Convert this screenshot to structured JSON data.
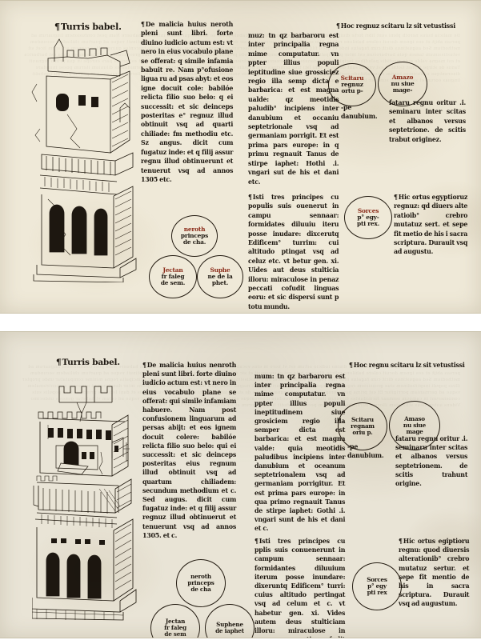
{
  "document": {
    "kind": "incunabulum-folio-comparison",
    "panels": [
      {
        "id": "upper",
        "variant_note": "upper impression",
        "heading": "Turris babel.",
        "illustration": {
          "name": "tower-of-babel-woodcut",
          "caption": "Turris babel."
        },
        "columns": {
          "col1": {
            "paragraphs": [
              "De malicia huius neroth pleni sunt libri. forte diuino iudicio actum est: vt nero in eius vocabulo plane se offerat: q simile infamia babuit re. Nam p°ofusione ligua ru ad psas abyt: et eos igne docuit cole: babilóe relicta filio suo belo: q ei successit: et sic deinceps posteritas e° regnuz illud obtinuit vsq ad quarti chiliade: fm methodiu etc. Sz angus. dicit cum fugatuz inde: et q filij assur regnu illud obtinuerunt et tenuerut vsq ad annos 1305 etc."
            ]
          },
          "col2": {
            "paragraphs": [
              "muz: tn qz barbaroru est inter principalia regna mime computatur. vn ppter illius populi ieptitudine siue grossiciez regio illa semp dicta e barbarica: et est magna ualde: qz meotidis paludib° incipiens inter danubium et occaniu septetrionale vsq ad germaniam porrigit. Et est prima pars europe: in q primu regnauit Tanus de stirpe iaphet: Hothi .i. vngari sut de his et dani etc.",
              "Isti tres principes cu populis suis ouenerut in campu sennaar: formidates diluuiu iteru posse inudare: dixcerutq Edificem° turrim: cui altitudo ptingat vsq ad celuz etc. vt betur gen. xi. Uides aut deus stulticia illoru: miraculose in penaz peccati cofudit linguas eoru: et sic dispersi sunt p totu mundu."
            ]
          },
          "col3": {
            "paragraphs": [
              "Hoc regnuz scitaru lz sit vetustissi",
              "fataru regnu oritur .i. seminaru inter scitas et albanos versus septetrione. de scitis trabut originez.",
              "Hic ortus egyptioruz regnuz: qd diuers alte ratioib° crebro mutatuz sert. et sepe fit metio de his i sacra scriptura. Durauit vsq ad augustu."
            ]
          }
        },
        "roundels": [
          {
            "name": "roundel-neroth",
            "lines": [
              "neroth",
              "princeps",
              "de cha."
            ]
          },
          {
            "name": "roundel-jectan",
            "lines": [
              "Jectan",
              "fr faleg",
              "de sem."
            ]
          },
          {
            "name": "roundel-suphene",
            "lines": [
              "Suphe",
              "ne de la",
              "phet."
            ]
          },
          {
            "name": "roundel-scitarum",
            "lines": [
              "Scitaru",
              "regnuz",
              "ortu p-"
            ],
            "trailer": "-pe danubium."
          },
          {
            "name": "roundel-amazonum",
            "lines": [
              "Amazo",
              "nu siue",
              "mage-"
            ]
          },
          {
            "name": "roundel-sorces",
            "lines": [
              "Sorces",
              "p° egy-",
              "pti rex."
            ]
          }
        ]
      },
      {
        "id": "lower",
        "variant_note": "lower impression",
        "heading": "Turris babel.",
        "illustration": {
          "name": "tower-of-babel-woodcut",
          "caption": "Turris babel."
        },
        "columns": {
          "col1": {
            "paragraphs": [
              "De malicia huius nenroth pleni sunt libri. forte diuino iudicio actum est: vt nero in eius vocabulo plane se offerat: qui simile infamiam habuere. Nam post confusionem linguarum ad persas abijt: et eos ignem docuit colere: babilóe relicta filio suo belo: qui ei successit: et sic deinceps posteritas eius regnum illud obtinuit vsq ad quartum chiliadem: secundum methodium et c. Sed augus. dicit cum fugatuz inde: et q filij assur regnuz illud obtinuerut et tenuerunt vsq ad annos 1305. et c."
            ]
          },
          "col2": {
            "paragraphs": [
              "mum: tn qz barbaroru est inter principalia regna mime computatur. vn ppter illius populi ineptitudinem siue grosiciem regio illa semper dicta est barbarica: et est magna valde: quia meotidis paludibus incipiens inter danubium et oceanum septetrionalem vsq ad germaniam porrigitur. Et est prima pars europe: in qua primo regnauit Tanus de stirpe iaphet: Gothi .i. vngari sunt de his et dani et c.",
              "Isti tres principes cu pplis suis conuenerunt in campum sennaar: formidantes diluuium iterum posse inundare: dixeruntq Edificem° turri: cuius altitudo pertingat vsq ad celum et c. vt habetur gen. xi. Vides autem deus stulticiam illoru: miraculose in penam peccati cofudit linguas eoru: et sic dispersi sunt p totu mundu."
            ]
          },
          "col3": {
            "paragraphs": [
              "Hoc regnu scitaru lz sit vetustissi",
              "fataru regnu oritur .i. seminaru inter scitas et albanos versus septetrionem. de scitis trahunt origine.",
              "Hic ortus egiptioru regnu: quod diuersis alterationib° crebro mutatuz sertur. et sepe fit mentio de his in sacra scriptura. Durauit vsq ad augustum."
            ]
          }
        },
        "roundels": [
          {
            "name": "roundel-neroth",
            "lines": [
              "neroth",
              "princeps",
              "de cha"
            ]
          },
          {
            "name": "roundel-jectan",
            "lines": [
              "Jectan",
              "fr faleg",
              "de sem"
            ]
          },
          {
            "name": "roundel-suphene",
            "lines": [
              "Suphene",
              "de iaphet"
            ]
          },
          {
            "name": "roundel-scitarum",
            "lines": [
              "Scitaru",
              "regnam",
              "oriu p."
            ],
            "trailer": "-pe danubium."
          },
          {
            "name": "roundel-amazonum",
            "lines": [
              "Amaso",
              "nu siue",
              "mage"
            ]
          },
          {
            "name": "roundel-sorces",
            "lines": [
              "Sorces",
              "p° egy",
              "pti rex"
            ]
          }
        ]
      }
    ],
    "colors": {
      "paper_upper": "#efe9d8",
      "paper_lower": "#e9e4d6",
      "ink": "#1d1710",
      "rubric": "#8a2a18",
      "border": "#cdc5ae"
    }
  }
}
